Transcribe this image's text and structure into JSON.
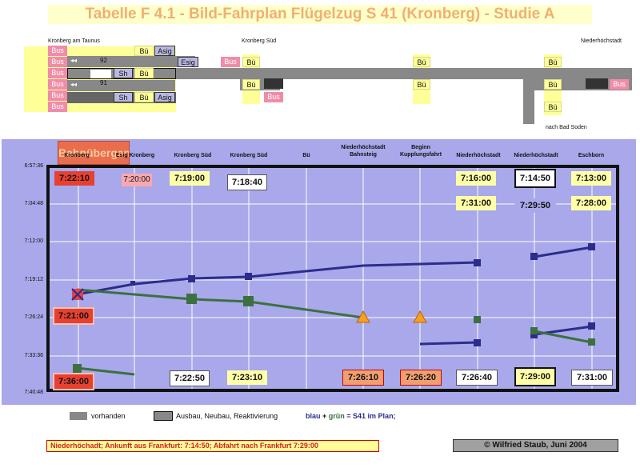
{
  "title": "Tabelle F 4.1 - Bild-Fahrplan Flügelzug S 41 (Kronberg) - Studie A",
  "track_diagram": {
    "stations": [
      "Kronberg am Taunus",
      "Kronberg Süd",
      "Niederhöchstadt"
    ],
    "branch_label": "nach Bad Soden",
    "labels": {
      "bus": "Bus",
      "bu": "Bü",
      "asig": "Asig",
      "esig": "Esig",
      "sh": "Sh",
      "track_92": "92",
      "track_91": "91",
      "arrow": "◂◂"
    }
  },
  "chart": {
    "overlay_label": "Bahnübergang",
    "columns": [
      "Kronberg",
      "Esig Kronberg",
      "Kronberg Süd",
      "Kronberg Süd",
      "Bü",
      "Niederhöchstadt Bahnsteig",
      "Beginn Kupplungsfahrt",
      "Niederhöchstadt",
      "Niederhöchstadt",
      "Eschborn"
    ],
    "y_ticks": [
      "6:57:36",
      "7:04:48",
      "7:12:00",
      "7:19:12",
      "7:26:24",
      "7:33:36",
      "7:40:48"
    ],
    "times": {
      "t1": "7:22:10",
      "t2": "7:20:00",
      "t3": "7:19:00",
      "t4": "7:18:40",
      "t5": "7:16:00",
      "t6": "7:14:50",
      "t7": "7:13:00",
      "t8": "7:31:00",
      "t9": "7:29:50",
      "t10": "7:28:00",
      "t11": "7:21:00",
      "t12": "7:36:00",
      "t13": "7:22:50",
      "t14": "7:23:10",
      "t15": "7:26:10",
      "t16": "7:26:20",
      "t17": "7:26:40",
      "t18": "7:29:00",
      "t19": "7:31:00"
    }
  },
  "legend": {
    "existing": "vorhanden",
    "new": "Ausbau, Neubau, Reaktivierung",
    "blue": "blau",
    "plus": " + ",
    "green": "grün",
    "rest": " = S41 im Plan;"
  },
  "note": "Niederhöchadt; Ankunft aus Frankfurt: 7:14:50; Abfahrt nach Frankfurt 7:29:00",
  "copyright": "© Wilfried Staub, Juni 2004",
  "colors": {
    "blue_line": "#2c2c8c",
    "green_line": "#3c7040",
    "plot_bg": "#a8a8ea"
  }
}
